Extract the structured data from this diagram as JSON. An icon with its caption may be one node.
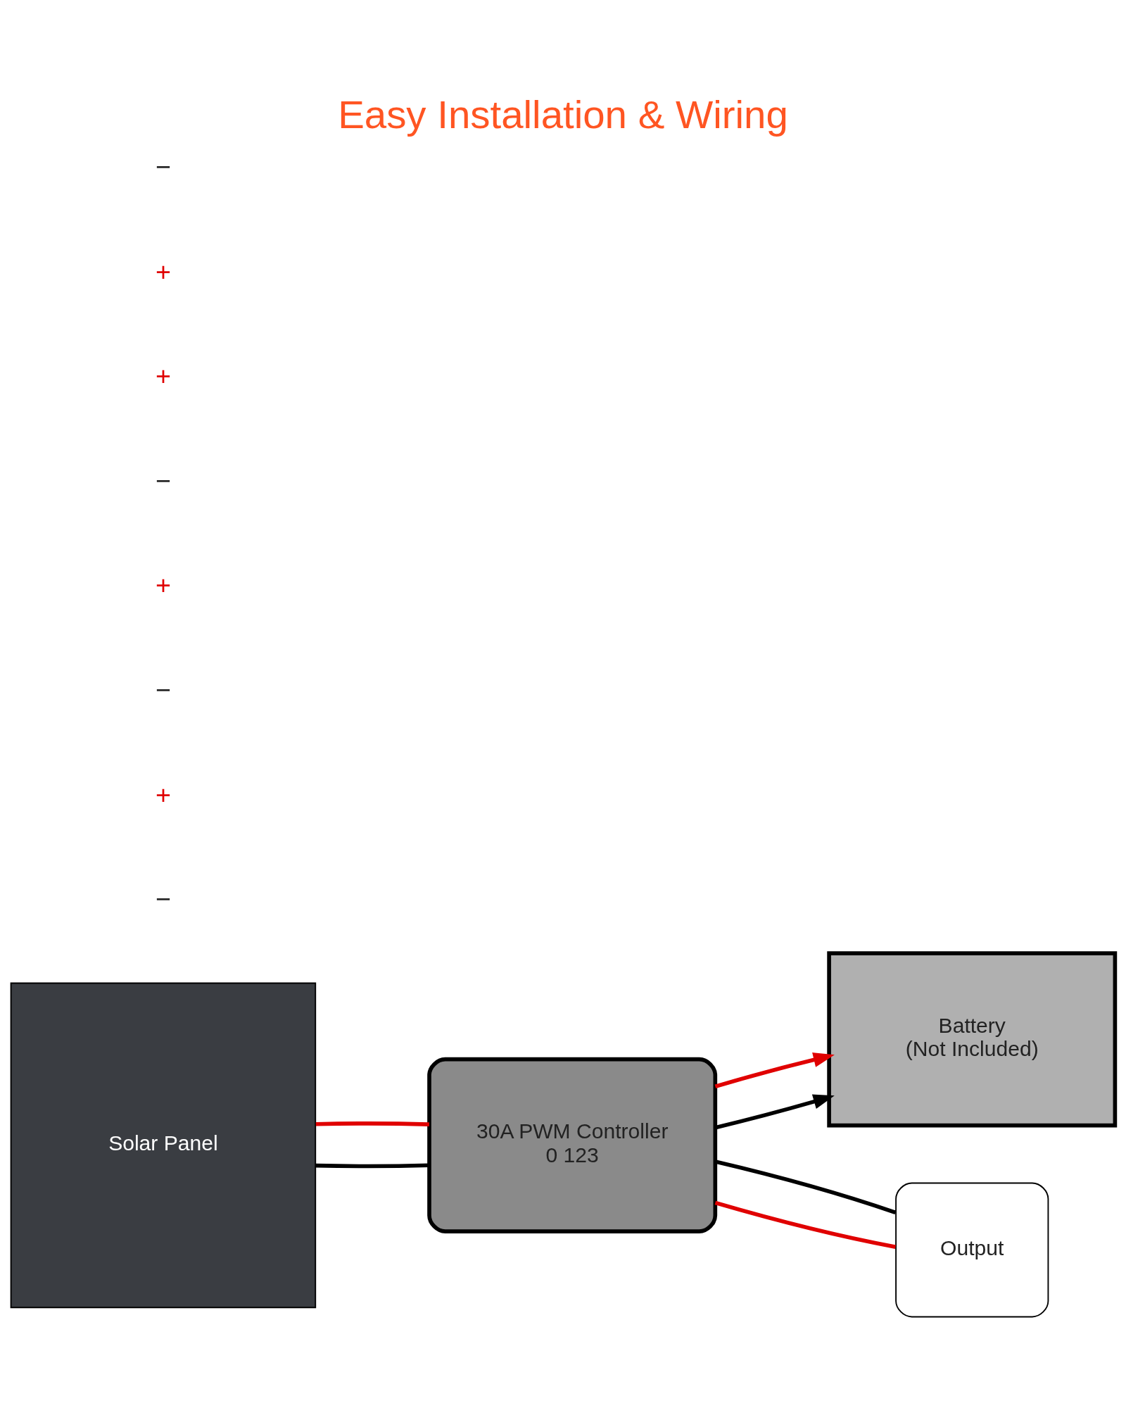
{
  "diagram": {
    "title": "Easy Installation & Wiring",
    "nodes": [
      {
        "text": [
          "Solar Panel"
        ]
      },
      {
        "text": [
          "30A PWM Controller",
          "0 123"
        ]
      },
      {
        "text": [
          "Battery",
          "(Not Included)"
        ]
      },
      {
        "text": [
          "Output"
        ]
      }
    ],
    "edges": [
      {
        "from": 0,
        "to": 1,
        "arrow": "none"
      },
      {
        "from": 0,
        "to": 1,
        "arrow": "none",
        "color": "#e00000"
      },
      {
        "from": 1,
        "to": 2,
        "arrow": "to"
      },
      {
        "from": 1,
        "to": 2,
        "arrow": "to",
        "color": "#e00000"
      },
      {
        "from": 1,
        "to": 3,
        "arrow": "none",
        "color": "#e00000"
      },
      {
        "from": 1,
        "to": 3,
        "arrow": "none"
      }
    ],
    "labels": [
      "−",
      "+",
      "+",
      "−",
      "+",
      "−",
      "+",
      "−"
    ]
  }
}
